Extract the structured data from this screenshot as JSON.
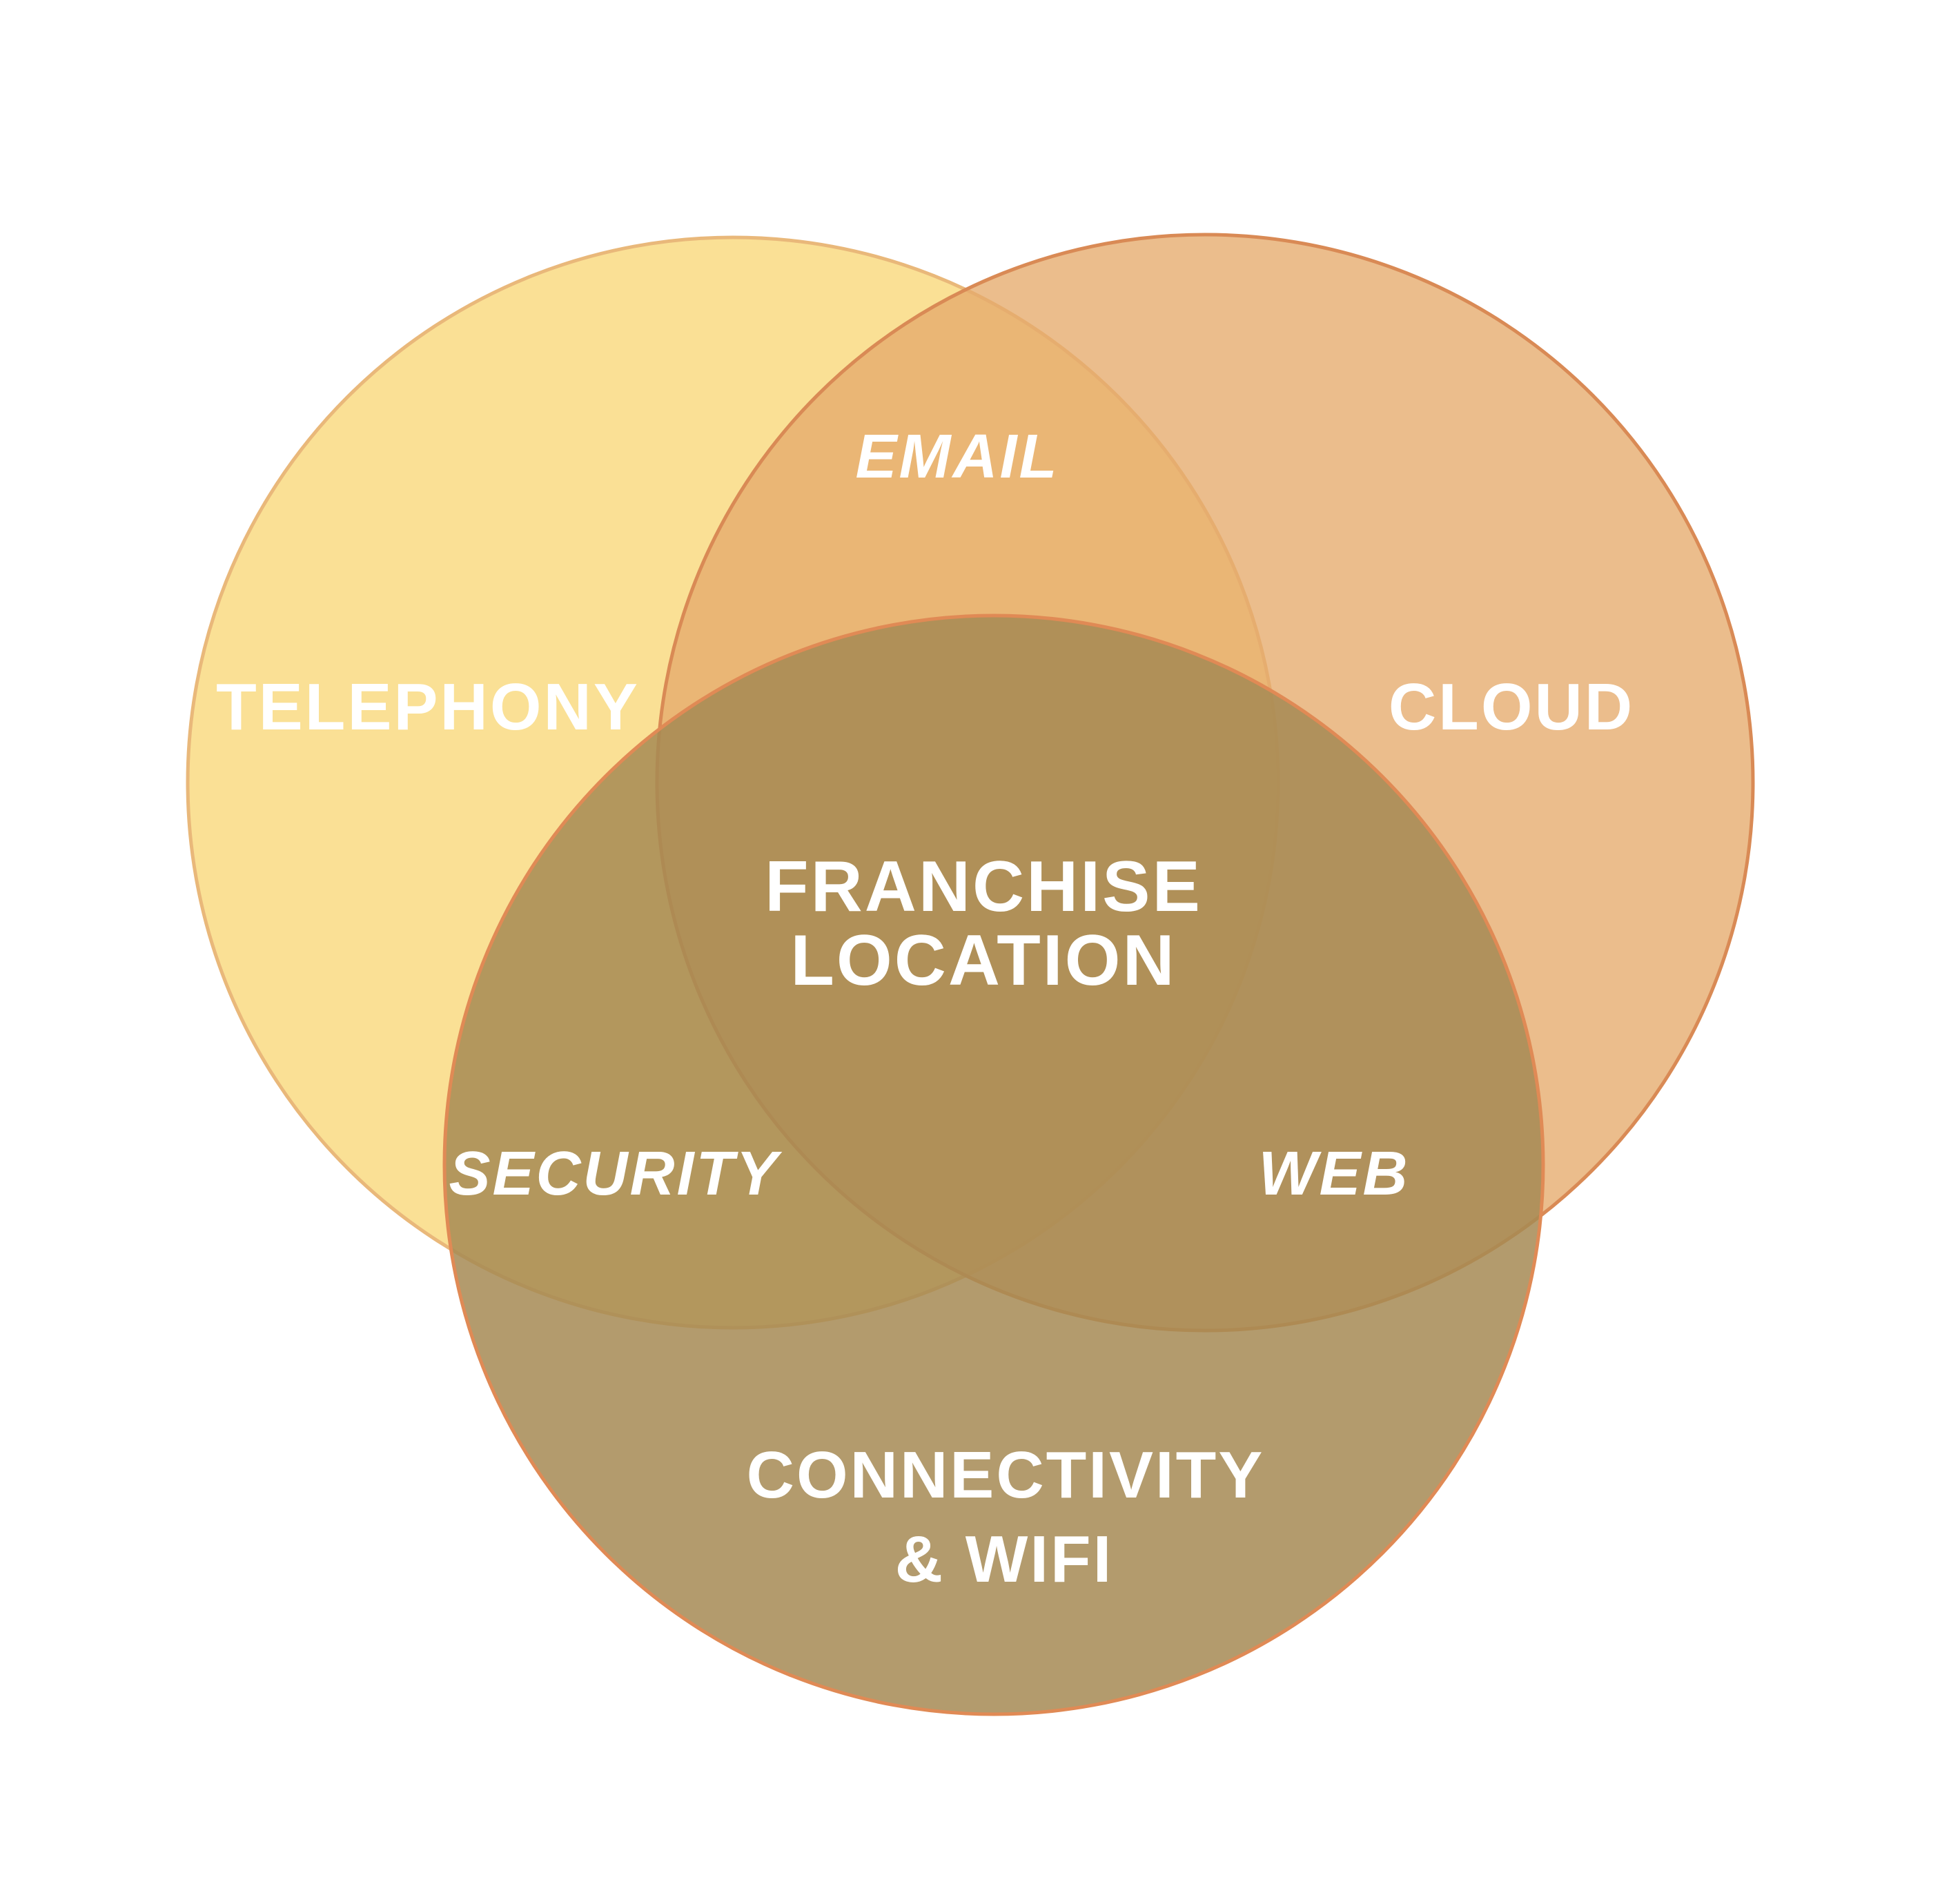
{
  "diagram": {
    "circles": [
      {
        "name": "telephony",
        "fill": "#f9d777",
        "stroke": "#e9b87a"
      },
      {
        "name": "cloud",
        "fill": "#e5ab6c",
        "stroke": "#d98a55"
      },
      {
        "name": "connectivity",
        "fill": "#a68953",
        "stroke": "#e08a55"
      }
    ],
    "labels": {
      "telephony": "TELEPHONY",
      "cloud": "CLOUD",
      "connectivity_line1": "CONNECTIVITY",
      "connectivity_line2": "& WIFI",
      "email": "EMAIL",
      "security": "SECURITY",
      "web": "WEB",
      "center_line1": "FRANCHISE",
      "center_line2": "LOCATION"
    },
    "text_color": "#ffffff"
  }
}
